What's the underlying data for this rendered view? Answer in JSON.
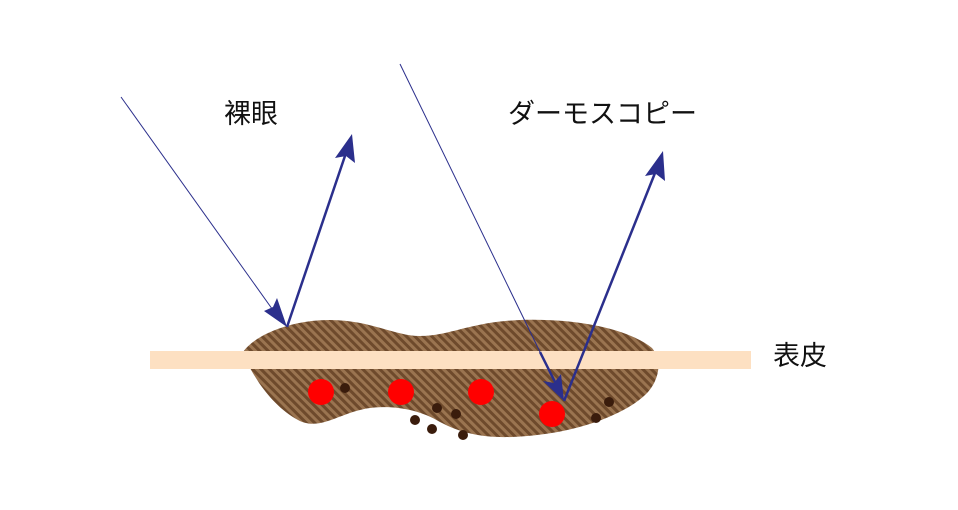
{
  "labels": {
    "naked_eye": "裸眼",
    "dermoscopy": "ダーモスコピー",
    "epidermis": "表皮"
  },
  "colors": {
    "arrow": "#2b2f8c",
    "lesion_base": "#9a7450",
    "lesion_stripe": "#6e4a2c",
    "epidermis": "#fde0c2",
    "red_dot": "#ff0000",
    "brown_dot": "#3a1c0c"
  }
}
